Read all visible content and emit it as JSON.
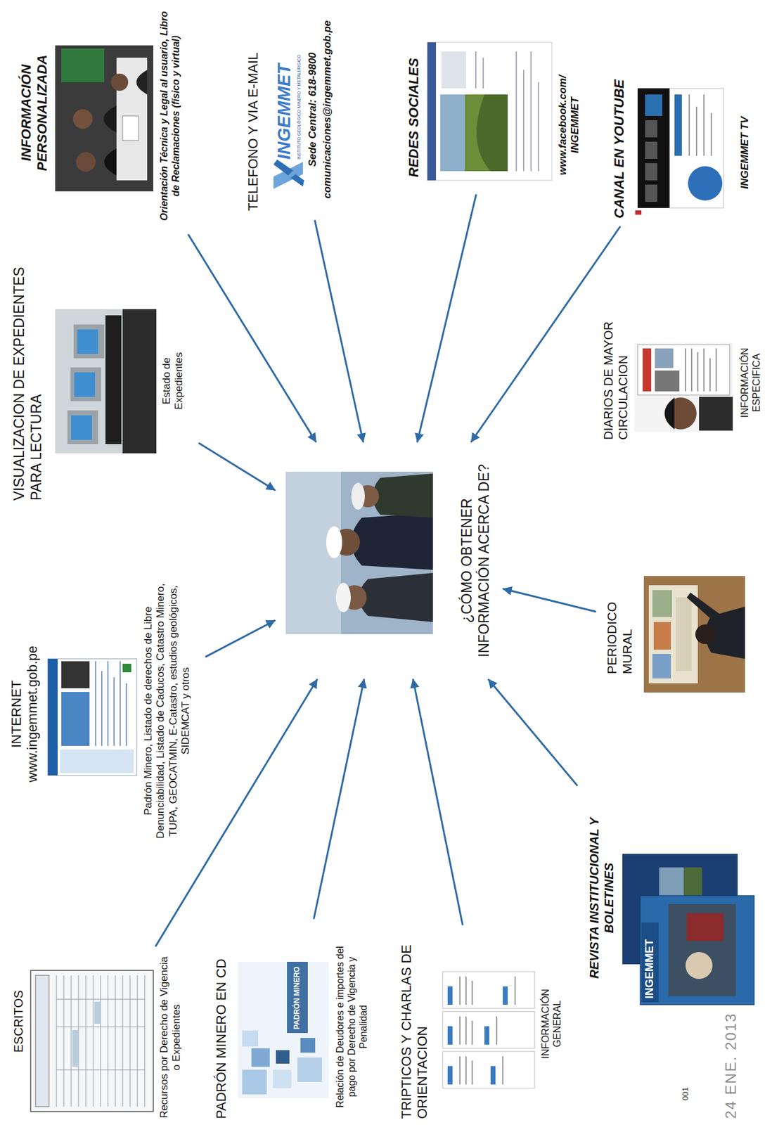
{
  "diagram": {
    "nodes": [
      {
        "text": [
          "ESCRITOS",
          "Recursos por Derecho de Vigencia o Expedientes"
        ]
      },
      {
        "text": [
          "PADRÓN MINERO EN CD",
          "Relación de Deudores e importes del pago por Derecho de Vigencia y Penalidad"
        ]
      },
      {
        "text": [
          "TRIPTICOS Y CHARLAS DE ORIENTACION",
          "INFORMACIÓN GENERAL"
        ]
      },
      {
        "text": [
          "REVISTA INSTITUCIONAL Y BOLETINES"
        ]
      },
      {
        "text": [
          "INTERNET www.ingemmet.gob.pe",
          "Padrón Minero, Listado de derechos de Libre Denunciabilidad, Listado de Caducos, Catastro Minero, TUPA, GEOCATMIN, E-Catastro, estudios geológicos, SIDEMCAT y otros"
        ]
      },
      {
        "text": [
          "¿CÓMO OBTENER INFORMACIÓN ACERCA DE?"
        ]
      },
      {
        "text": [
          "PERIODICO MURAL"
        ]
      },
      {
        "text": [
          "VISUALIZACION DE EXPEDIENTES PARA LECTURA",
          "Estado de Expedientes"
        ]
      },
      {
        "text": [
          "DIARIOS DE MAYOR CIRCULACION",
          "INFORMACIÓN ESPECIFICA"
        ]
      },
      {
        "text": [
          "INFORMACIÓN PERSONALIZADA",
          "Orientación Técnica y Legal al usuario, Libro de Reclamaciones (físico y virtual)"
        ]
      },
      {
        "text": [
          "TELEFONO Y VIA E-MAIL",
          "Sede Central: 618-9800",
          "comunicaciones@ingemmet.gob.pe"
        ]
      },
      {
        "text": [
          "REDES SOCIALES",
          "www.facebook.com/ INGEMMET"
        ]
      },
      {
        "text": [
          "CANAL EN YOUTUBE",
          "INGEMMET TV"
        ]
      }
    ],
    "edges": [
      {
        "from": 0,
        "to": 5,
        "arrow": "to"
      },
      {
        "from": 1,
        "to": 5,
        "arrow": "to"
      },
      {
        "from": 2,
        "to": 5,
        "arrow": "to"
      },
      {
        "from": 3,
        "to": 5,
        "arrow": "to"
      },
      {
        "from": 4,
        "to": 5,
        "arrow": "to"
      },
      {
        "from": 6,
        "to": 5,
        "arrow": "to"
      },
      {
        "from": 7,
        "to": 5,
        "arrow": "to"
      },
      {
        "from": 9,
        "to": 5,
        "arrow": "to"
      },
      {
        "from": 10,
        "to": 5,
        "arrow": "to"
      },
      {
        "from": 11,
        "to": 5,
        "arrow": "to"
      },
      {
        "from": 12,
        "to": 5,
        "arrow": "to"
      }
    ],
    "labels": [
      "INGEMMET",
      "INSTITUTO GEOLÓGICO MINERO Y METALÚRGICO",
      "PADRÓN MINERO",
      "INGEMMET",
      "001",
      "24 ENE. 2013"
    ]
  }
}
